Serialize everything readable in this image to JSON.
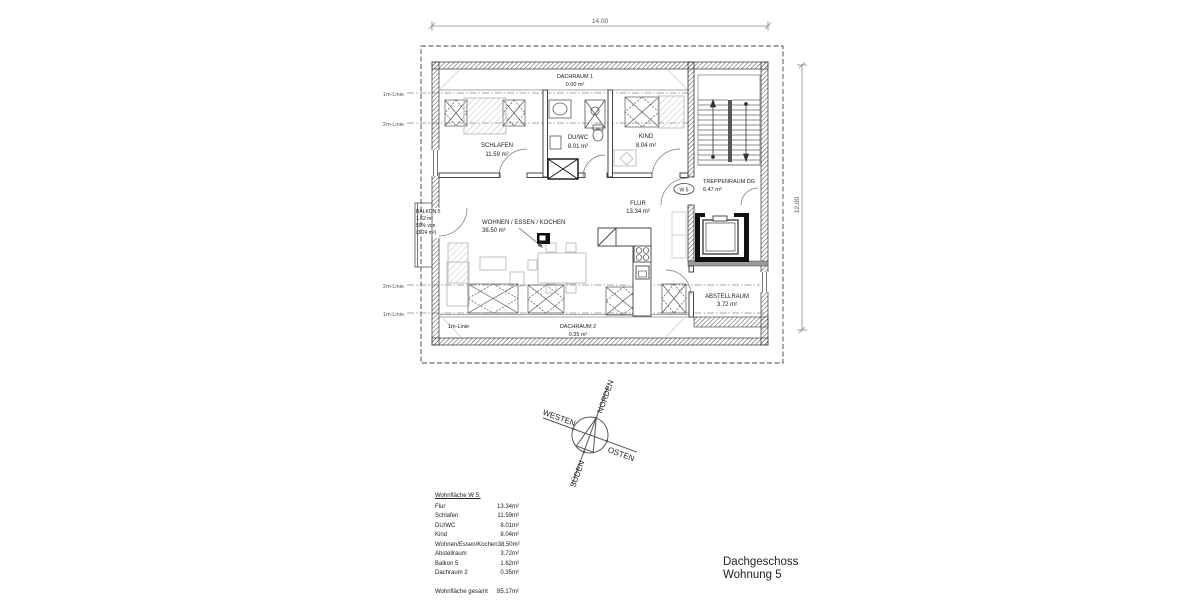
{
  "dimensions": {
    "width": "14.00",
    "height": "12.00"
  },
  "plan": {
    "badge": "W 5",
    "rooms": {
      "dachraum1": {
        "name": "DACHRAUM 1",
        "area": "0.00 m²"
      },
      "schlafen": {
        "name": "SCHLAFEN",
        "area": "11.59 m²"
      },
      "duwc": {
        "name": "DU/WC",
        "area": "8.01 m²"
      },
      "kind": {
        "name": "KIND",
        "area": "8.04 m²"
      },
      "treppenraum": {
        "name": "TREPPENRAUM DG",
        "area": "6.47 m²"
      },
      "flur": {
        "name": "FLUR",
        "area": "13.34 m²"
      },
      "wohnen": {
        "name": "WOHNEN / ESSEN / KOCHEN",
        "area": "38.50 m²"
      },
      "abstellraum": {
        "name": "ABSTELLRAUM",
        "area": "3.72 m²"
      },
      "dachraum2": {
        "name": "DACHRAUM 2",
        "area": "0.35 m²"
      },
      "balkon": {
        "name": "BALKON 5",
        "area": "1.62 m²",
        "note1": "50% von",
        "note2": "(3.24 m²)"
      }
    },
    "height_lines": {
      "one": "1m-Linie",
      "two": "2m-Linie"
    }
  },
  "compass": {
    "north": "NORDEN",
    "east": "OSTEN",
    "south": "SÜDEN",
    "west": "WESTEN"
  },
  "area_table": {
    "heading": "Wohnfläche W 5:",
    "rows": [
      {
        "label": "Flur",
        "value": "13.34m²"
      },
      {
        "label": "Schlafen",
        "value": "11.59m²"
      },
      {
        "label": "DU/WC",
        "value": "8.01m²"
      },
      {
        "label": "Kind",
        "value": "8.04m²"
      },
      {
        "label": "Wohnen/Essen/Kochen",
        "value": "38.50m²"
      },
      {
        "label": "Abstellraum",
        "value": "3.72m²"
      },
      {
        "label": "Balkon 5",
        "value": "1.62m²"
      },
      {
        "label": "Dachraum 2",
        "value": "0.35m²"
      }
    ],
    "total_label": "Wohnfläche gesamt",
    "total_value": "85.17m²"
  },
  "title_block": {
    "line1": "Dachgeschoss",
    "line2": "Wohnung 5"
  }
}
